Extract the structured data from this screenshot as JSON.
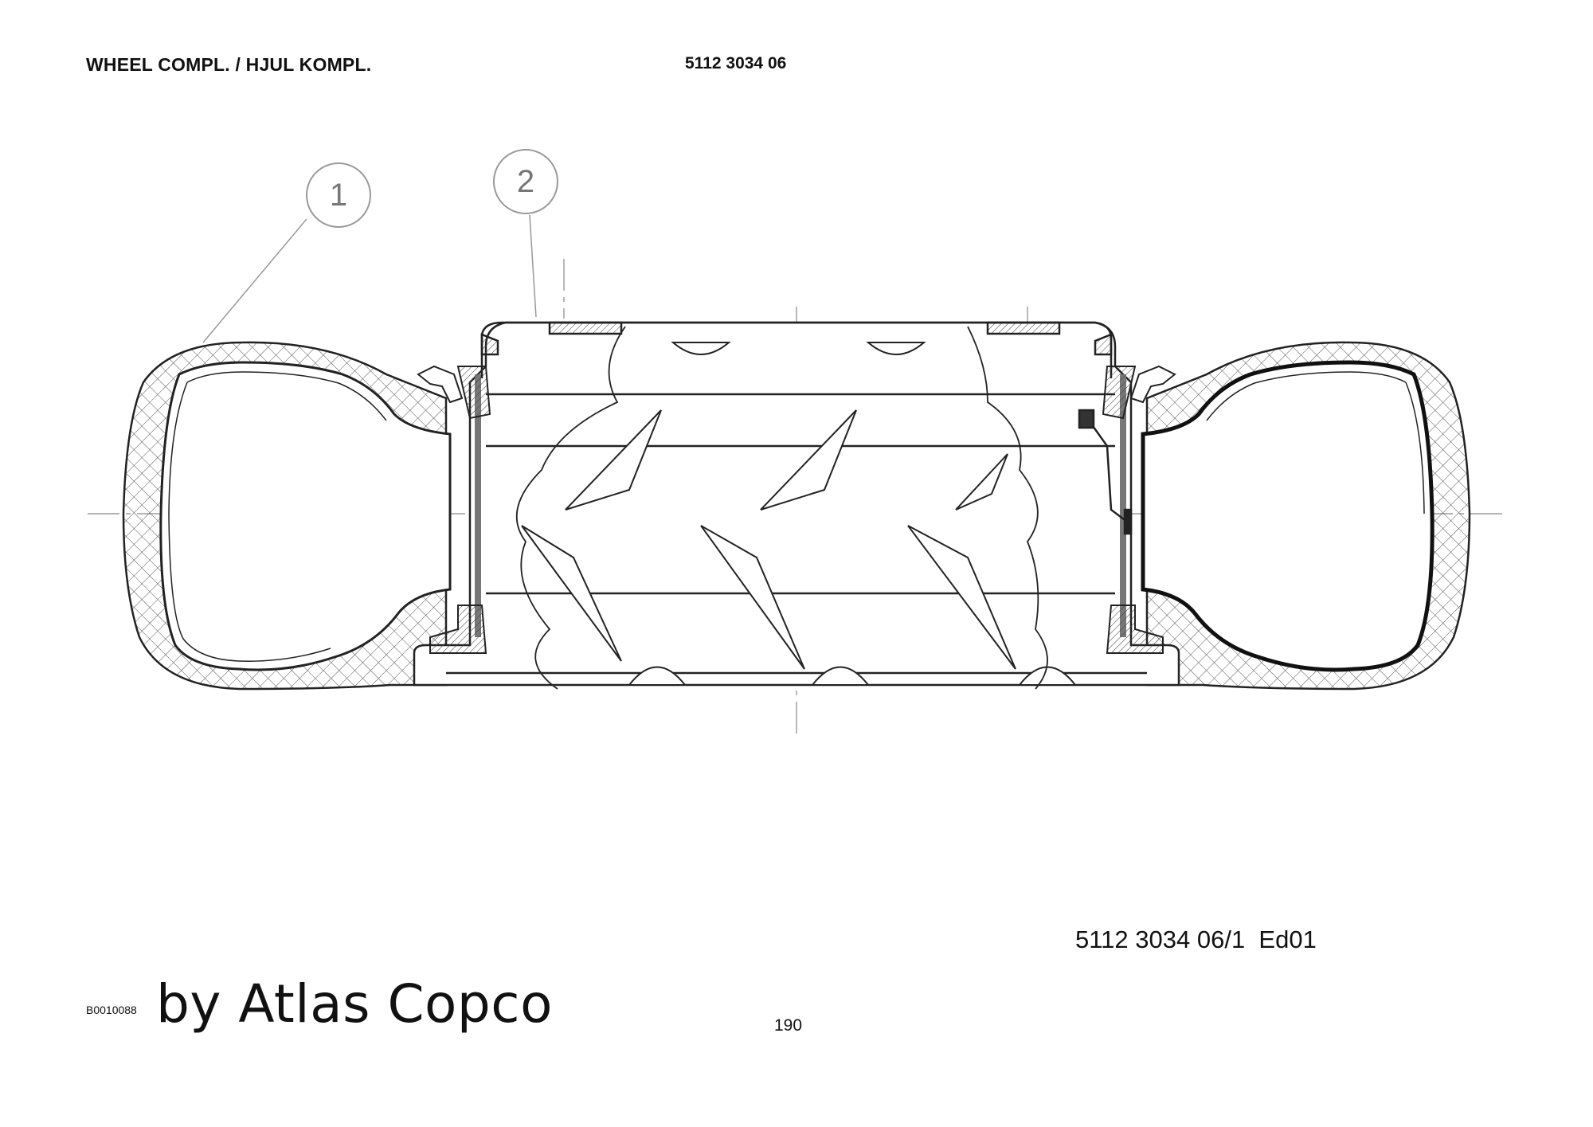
{
  "header": {
    "title": "WHEEL COMPL. / HJUL KOMPL.",
    "part_number": "5112 3034 06"
  },
  "callouts": [
    {
      "label": "1"
    },
    {
      "label": "2"
    }
  ],
  "footer": {
    "sheet_ref": "5112 3034 06/1  Ed01",
    "drawing_id": "B0010088",
    "brand": "by Atlas Copco",
    "page_number": "190"
  }
}
